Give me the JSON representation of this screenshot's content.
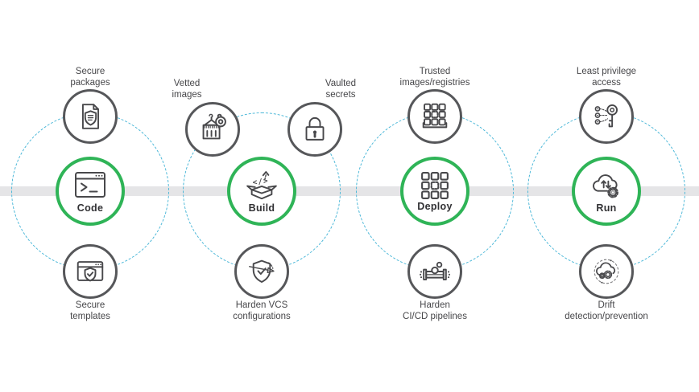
{
  "colors": {
    "accent_green": "#2fb457",
    "orbit_dashed_blue": "#4ab7d8",
    "satellite_ring_gray": "#56575a",
    "pipeline_bar_gray": "#e5e5e7",
    "text_gray": "#47474a"
  },
  "build_icon_glyph": "</>",
  "stages": [
    {
      "label": "Code",
      "icon": "terminal-window-icon",
      "satellites": [
        {
          "label": "Secure\npackages",
          "icon": "document-shield-icon",
          "position": "top"
        },
        {
          "label": "Secure\ntemplates",
          "icon": "window-shield-check-icon",
          "position": "bottom"
        }
      ]
    },
    {
      "label": "Build",
      "icon": "open-box-code-icon",
      "satellites": [
        {
          "label": "Vetted\nimages",
          "icon": "container-crane-icon",
          "position": "top-left"
        },
        {
          "label": "Vaulted\nsecrets",
          "icon": "padlock-icon",
          "position": "top-right"
        },
        {
          "label": "Harden VCS\nconfigurations",
          "icon": "shield-check-pencil-icon",
          "position": "bottom"
        }
      ]
    },
    {
      "label": "Deploy",
      "icon": "grid-squares-icon",
      "satellites": [
        {
          "label": "Trusted\nimages/registries",
          "icon": "grid-tray-icon",
          "position": "top"
        },
        {
          "label": "Harden\nCI/CD pipelines",
          "icon": "pipeline-valve-icon",
          "position": "bottom"
        }
      ]
    },
    {
      "label": "Run",
      "icon": "cloud-sync-gear-icon",
      "satellites": [
        {
          "label": "Least privilege\naccess",
          "icon": "key-access-icon",
          "position": "top"
        },
        {
          "label": "Drift\ndetection/prevention",
          "icon": "cloud-gears-orbit-icon",
          "position": "bottom"
        }
      ]
    }
  ]
}
